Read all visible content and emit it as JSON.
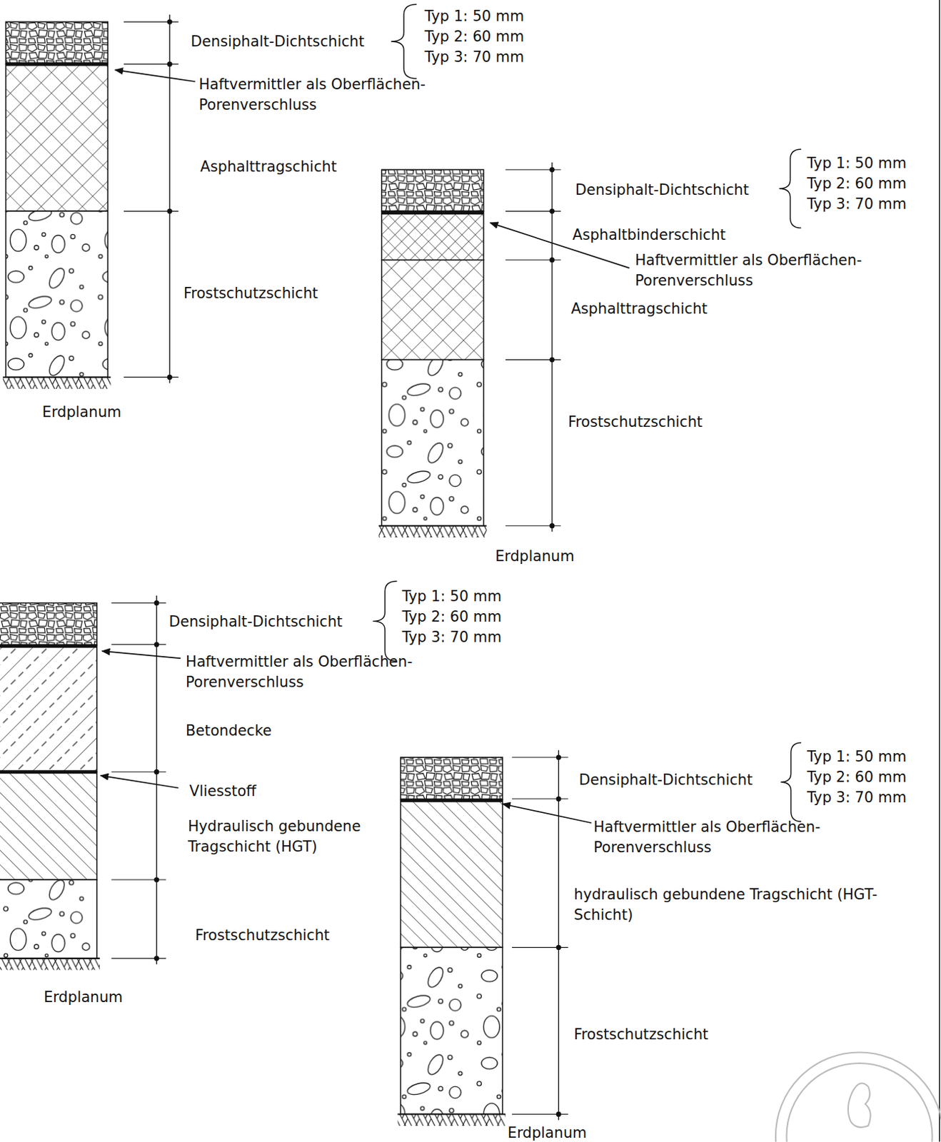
{
  "diagram": {
    "labels": [
      "Densiphalt-Dichtschicht",
      "Typ 1: 50 mm",
      "Typ 2: 60 mm",
      "Typ 3: 70 mm",
      "Haftvermittler als Oberflächen-Porenverschluss",
      "Asphalttragschicht",
      "Frostschutzschicht",
      "Erdplanum",
      "Densiphalt-Dichtschicht",
      "Typ 1: 50 mm",
      "Typ 2: 60 mm",
      "Typ 3: 70 mm",
      "Asphaltbinderschicht",
      "Haftvermittler als Oberflächen-Porenverschluss",
      "Asphalttragschicht",
      "Frostschutzschicht",
      "Erdplanum",
      "Densiphalt-Dichtschicht",
      "Typ 1: 50 mm",
      "Typ 2: 60 mm",
      "Typ 3: 70 mm",
      "Haftvermittler als Oberflächen-Porenverschluss",
      "Betondecke",
      "Vliesstoff",
      "Hydraulisch gebundene Tragschicht (HGT)",
      "Frostschutzschicht",
      "Erdplanum",
      "Densiphalt-Dichtschicht",
      "Typ 1: 50 mm",
      "Typ 2: 60 mm",
      "Typ 3: 70 mm",
      "Haftvermittler als Oberflächen-Porenverschluss",
      "hydraulisch gebundene Tragschicht (HGT-Schicht)",
      "Frostschutzschicht",
      "Erdplanum"
    ]
  }
}
